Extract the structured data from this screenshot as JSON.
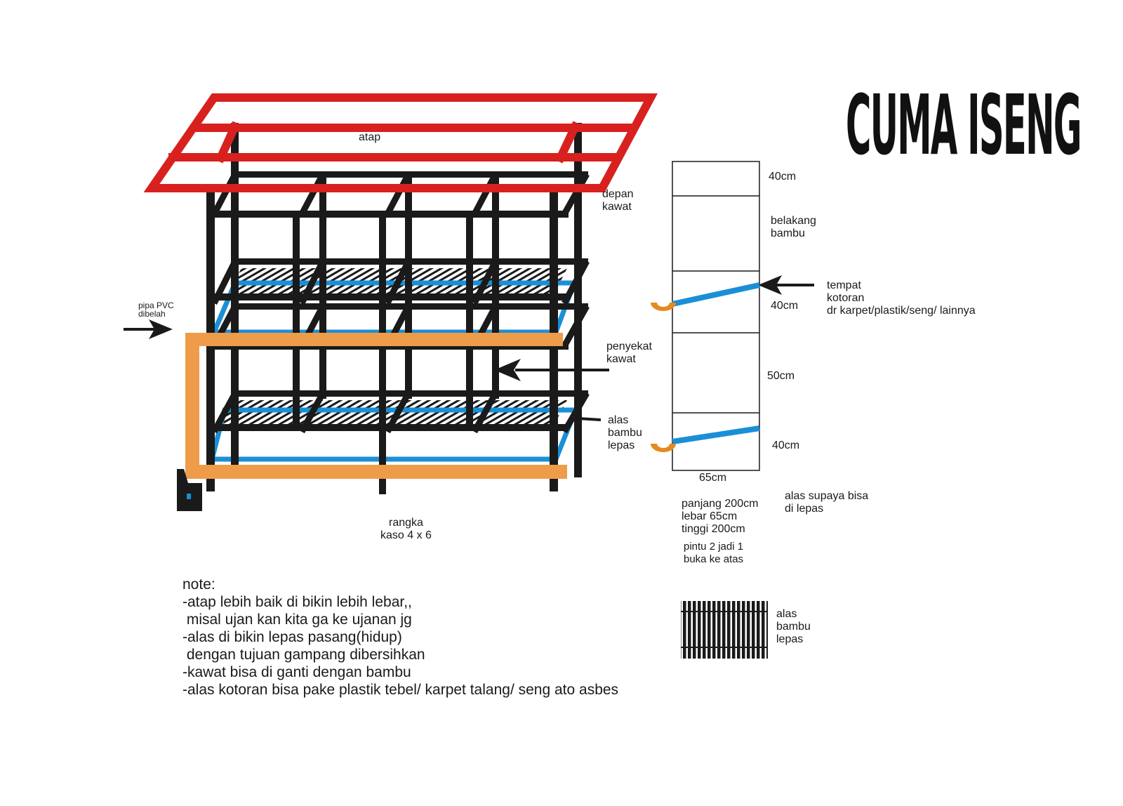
{
  "title": "CUMA ISENG",
  "labels": {
    "atap": "atap",
    "depan_kawat": "depan\nkawat",
    "pipa_pvc": "pipa PVC\ndibelah",
    "penyekat_kawat": "penyekat\nkawat",
    "alas_bambu_lepas": "alas\nbambu\nlepas",
    "rangka": "rangka\nkaso 4 x 6",
    "belakang_bambu": "belakang\nbambu",
    "tempat_kotoran": "tempat\nkotoran\ndr karpet/plastik/seng/ lainnya",
    "alas_bambu_lepas_2": "alas\nbambu\nlepas"
  },
  "side_view": {
    "dims": [
      "40cm",
      "40cm",
      "50cm",
      "40cm"
    ],
    "width": "65cm"
  },
  "specs": {
    "size": "panjang 200cm\nlebar 65cm\ntinggi 200cm",
    "door": "pintu 2 jadi 1\nbuka ke atas",
    "removable": "alas supaya bisa\ndi lepas"
  },
  "notes": "note:\n-atap lebih baik di bikin lebih lebar,,\n misal ujan kan kita ga ke ujanan jg\n-alas di bikin lepas pasang(hidup)\n dengan tujuan gampang dibersihkan\n-kawat bisa di ganti dengan bambu\n-alas kotoran bisa pake plastik tebel/ karpet talang/ seng ato asbes",
  "colors": {
    "roof": "#d8211f",
    "frame": "#1a1a1a",
    "tray": "#1b8fd6",
    "pipe": "#ee9c4a",
    "gutter": "#e58a1f"
  }
}
